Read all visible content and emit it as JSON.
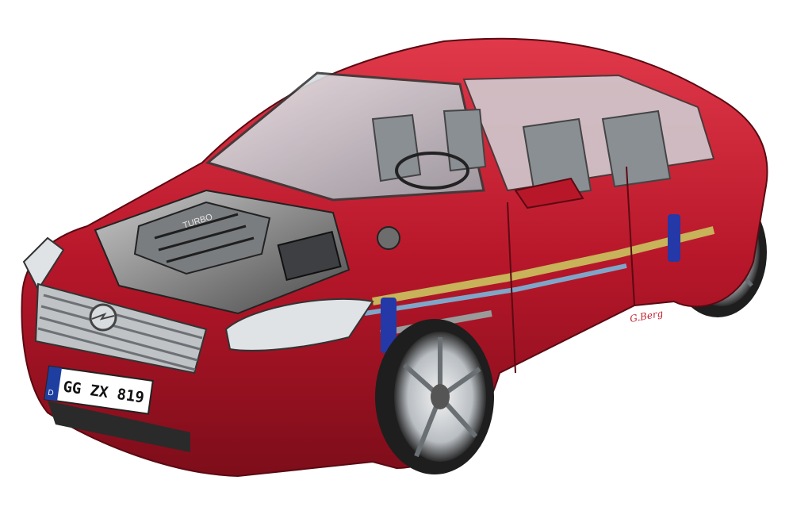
{
  "image": {
    "subject": "Cutaway illustration of a red sedan",
    "background_color": "#ffffff",
    "body_color": "#b8172a"
  },
  "license_plate": {
    "country_code": "D",
    "text": "GG ZX 819"
  },
  "engine_cover_text": "TURBO",
  "artist_signature": "G.Berg"
}
